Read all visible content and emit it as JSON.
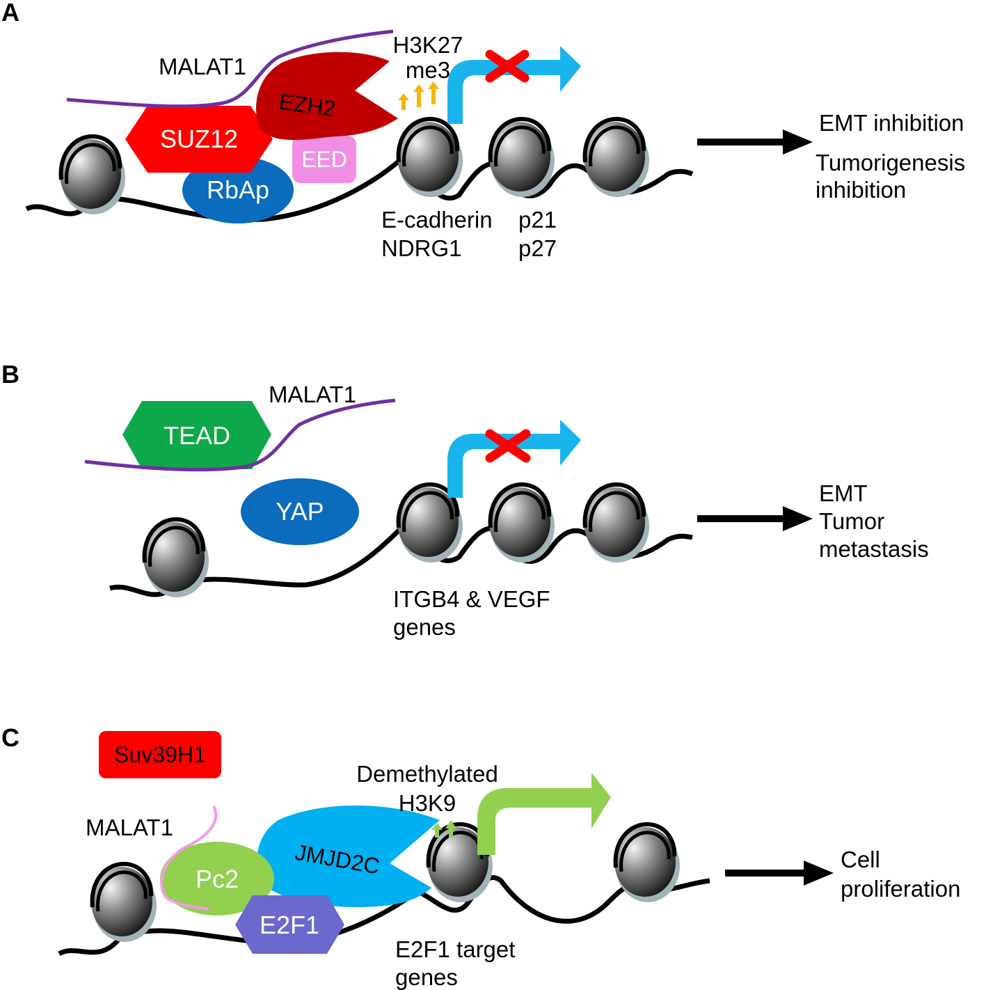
{
  "panels": {
    "a": {
      "letter": "A",
      "lncrna": "MALAT1",
      "proteins": {
        "suz12": "SUZ12",
        "ezh2": "EZH2",
        "eed": "EED",
        "rbap": "RbAp"
      },
      "mark_line1": "H3K27",
      "mark_line2": "me3",
      "genes": {
        "e_cadherin": "E-cadherin",
        "p21": "p21",
        "ndrg1": "NDRG1",
        "p27": "p27"
      },
      "outcome": {
        "line1": "EMT inhibition",
        "line2": "Tumorigenesis",
        "line3": "inhibition"
      }
    },
    "b": {
      "letter": "B",
      "lncrna": "MALAT1",
      "proteins": {
        "tead": "TEAD",
        "yap": "YAP"
      },
      "genes": {
        "line1": "ITGB4 & VEGF",
        "line2": "genes"
      },
      "outcome": {
        "line1": "EMT",
        "line2": "Tumor",
        "line3": "metastasis"
      }
    },
    "c": {
      "letter": "C",
      "lncrna": "MALAT1",
      "proteins": {
        "suv39h1": "Suv39H1",
        "pc2": "Pc2",
        "jmjd2c": "JMJD2C",
        "e2f1": "E2F1"
      },
      "mark_line1": "Demethylated",
      "mark_line2": "H3K9",
      "genes": {
        "line1": "E2F1 target",
        "line2": "genes"
      },
      "outcome": {
        "line1": "Cell",
        "line2": "proliferation"
      }
    }
  },
  "colors": {
    "suz12": "#ff0000",
    "ezh2": "#c00000",
    "eed": "#f08ee4",
    "rbap": "#0b6bbd",
    "tead": "#0ea84a",
    "yap": "#0b6bbd",
    "suv39h1": "#ff0000",
    "pc2": "#92d050",
    "jmjd2c": "#00b0f0",
    "e2f1": "#6a68cc",
    "malat1": "#7030a0",
    "malat1_c": "#f49ae8",
    "transcription_arrow": "#1ab4ec",
    "active_arrow": "#92d050",
    "block_mark": "#ff0000",
    "methyl_arrow": "#f5b50f"
  }
}
